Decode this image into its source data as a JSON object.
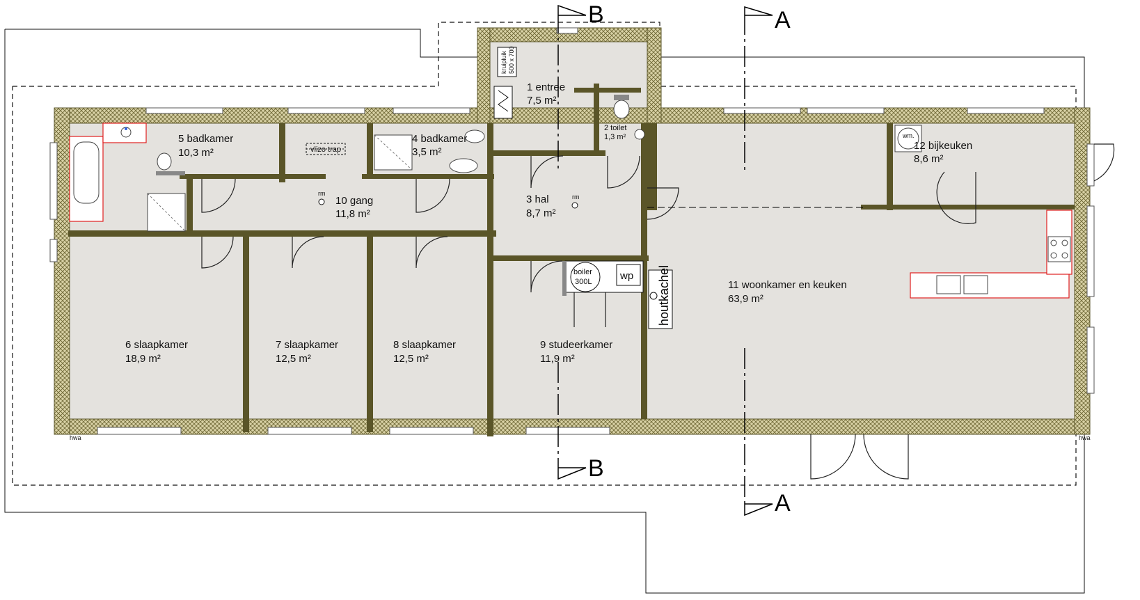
{
  "rooms": [
    {
      "id": "entree",
      "label": "1 entree",
      "area": "7,5 m²"
    },
    {
      "id": "toilet",
      "label": "2 toilet",
      "area": "1,3 m²"
    },
    {
      "id": "hal",
      "label": "3 hal",
      "area": "8,7 m²"
    },
    {
      "id": "badkamer4",
      "label": "4 badkamer",
      "area": "3,5 m²"
    },
    {
      "id": "badkamer5",
      "label": "5 badkamer",
      "area": "10,3 m²"
    },
    {
      "id": "slaapkamer6",
      "label": "6 slaapkamer",
      "area": "18,9 m²"
    },
    {
      "id": "slaapkamer7",
      "label": "7 slaapkamer",
      "area": "12,5 m²"
    },
    {
      "id": "slaapkamer8",
      "label": "8 slaapkamer",
      "area": "12,5 m²"
    },
    {
      "id": "studeerkamer9",
      "label": "9 studeerkamer",
      "area": "11,9 m²"
    },
    {
      "id": "gang10",
      "label": "10 gang",
      "area": "11,8 m²"
    },
    {
      "id": "woonkamer11",
      "label": "11 woonkamer en keuken",
      "area": "63,9 m²"
    },
    {
      "id": "bijkeuken12",
      "label": "12 bijkeuken",
      "area": "8,6 m²"
    }
  ],
  "fixtures": {
    "boiler": "boiler",
    "boiler_capacity": "300L",
    "heat_pump": "wp",
    "stove": "houtkachel",
    "attic_stair": "vlizo trap",
    "washer": "wm.",
    "smoke_detector": "rm",
    "crawl_hatch_line1": "kruipluik",
    "crawl_hatch_line2": "500 x 700",
    "rainwater_outlet": "hwa"
  },
  "sections": {
    "section_a": "A",
    "section_b": "B"
  },
  "colors": {
    "wall": "#5a5528",
    "floor": "#e4e2de",
    "kitchen_line": "#e02020"
  }
}
